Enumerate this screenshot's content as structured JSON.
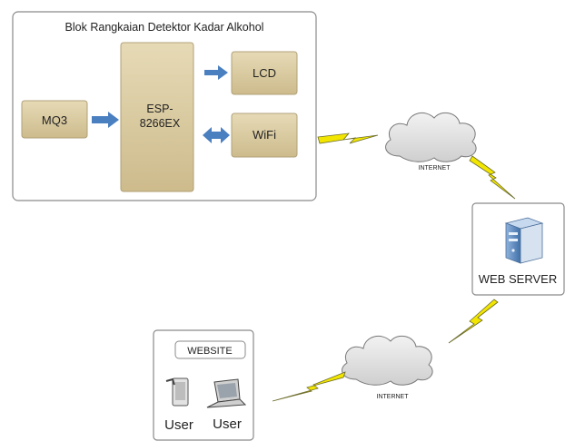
{
  "block": {
    "title": "Blok Rangkaian Detektor Kadar Alkohol",
    "mq3": "MQ3",
    "esp_line1": "ESP-",
    "esp_line2": "8266EX",
    "lcd": "LCD",
    "wifi": "WiFi"
  },
  "network": {
    "internet_top": "INTERNET",
    "internet_bottom": "INTERNET"
  },
  "server": {
    "label": "WEB SERVER"
  },
  "client": {
    "website": "WEBSITE",
    "user_phone": "User",
    "user_laptop": "User"
  },
  "colors": {
    "module_fill": "#d8c9a0",
    "arrow": "#4a7fc0",
    "bolt": "#f2e600",
    "cloud": "#e4e4e4"
  }
}
